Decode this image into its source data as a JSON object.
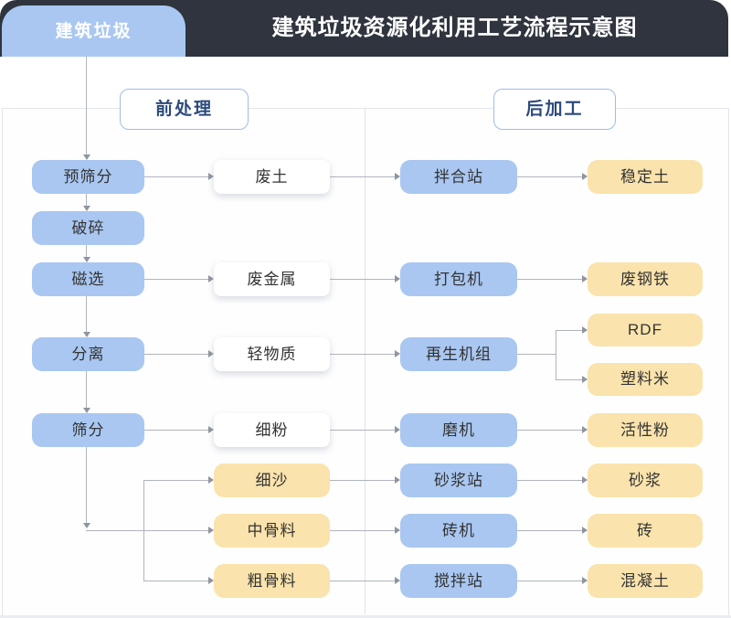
{
  "header": {
    "tab_label": "建筑垃圾",
    "title": "建筑垃圾资源化利用工艺流程示意图"
  },
  "sections": {
    "pre_label": "前处理",
    "post_label": "后加工"
  },
  "flow": {
    "pre_process_steps": [
      "预筛分",
      "破碎",
      "磁选",
      "分离",
      "筛分"
    ],
    "separated_outputs": [
      "废土",
      "废金属",
      "轻物质",
      "细粉"
    ],
    "aggregate_outputs": [
      "细沙",
      "中骨料",
      "粗骨料"
    ],
    "post_process_machines": [
      "拌合站",
      "打包机",
      "再生机组",
      "磨机",
      "砂浆站",
      "砖机",
      "搅拌站"
    ],
    "final_products": [
      "稳定土",
      "废钢铁",
      "RDF",
      "塑料米",
      "活性粉",
      "砂浆",
      "砖",
      "混凝土"
    ]
  },
  "colors": {
    "header_bg": "#2f343e",
    "process_blue": "#a9c7f1",
    "product_yellow": "#fae3ac",
    "section_border": "#9fbde7",
    "section_text": "#2c4a7c",
    "connector_gray": "#b0b4bd"
  }
}
